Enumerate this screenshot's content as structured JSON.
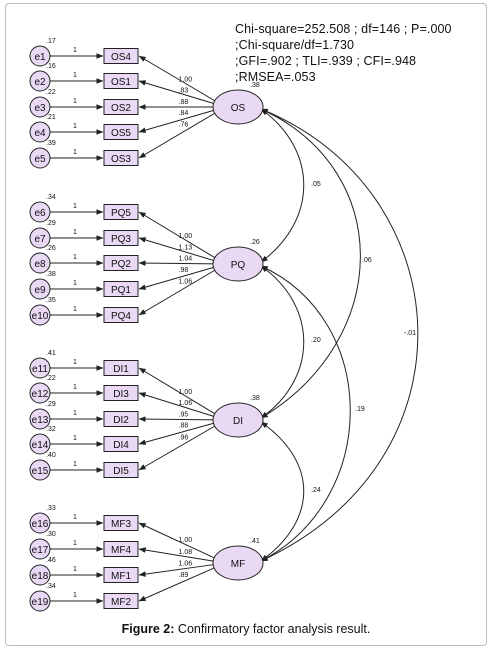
{
  "fit_stats": [
    "Chi-square=252.508 ; df=146 ; P=.000",
    ";Chi-square/df=1.730",
    ";GFI=.902 ; TLI=.939 ; CFI=.948",
    ";RMSEA=.053"
  ],
  "caption": {
    "prefix": "Figure 2:",
    "text": " Confirmatory factor analysis result."
  },
  "colors": {
    "node_fill": "#e9d9f4",
    "box_fill": "#e9d9f4",
    "stroke": "#222222"
  },
  "factors": [
    {
      "name": "OS",
      "variance": ".38",
      "items": [
        {
          "error": "e1",
          "err_var": ".17",
          "indicator": "OS4",
          "err_path": "1",
          "loading": "1.00"
        },
        {
          "error": "e2",
          "err_var": ".16",
          "indicator": "OS1",
          "err_path": "1",
          "loading": ".83"
        },
        {
          "error": "e3",
          "err_var": ".22",
          "indicator": "OS2",
          "err_path": "1",
          "loading": ".88"
        },
        {
          "error": "e4",
          "err_var": ".21",
          "indicator": "OS5",
          "err_path": "1",
          "loading": ".84"
        },
        {
          "error": "e5",
          "err_var": ".39",
          "indicator": "OS3",
          "err_path": "1",
          "loading": ".76"
        }
      ]
    },
    {
      "name": "PQ",
      "variance": ".26",
      "items": [
        {
          "error": "e6",
          "err_var": ".34",
          "indicator": "PQ5",
          "err_path": "1",
          "loading": "1.00"
        },
        {
          "error": "e7",
          "err_var": ".29",
          "indicator": "PQ3",
          "err_path": "1",
          "loading": "1.13"
        },
        {
          "error": "e8",
          "err_var": ".26",
          "indicator": "PQ2",
          "err_path": "1",
          "loading": "1.04"
        },
        {
          "error": "e9",
          "err_var": ".38",
          "indicator": "PQ1",
          "err_path": "1",
          "loading": ".98"
        },
        {
          "error": "e10",
          "err_var": ".35",
          "indicator": "PQ4",
          "err_path": "1",
          "loading": "1.06"
        }
      ]
    },
    {
      "name": "DI",
      "variance": ".38",
      "items": [
        {
          "error": "e11",
          "err_var": ".41",
          "indicator": "DI1",
          "err_path": "1",
          "loading": "1.00"
        },
        {
          "error": "e12",
          "err_var": ".22",
          "indicator": "DI3",
          "err_path": "1",
          "loading": "1.06"
        },
        {
          "error": "e13",
          "err_var": ".29",
          "indicator": "DI2",
          "err_path": "1",
          "loading": ".95"
        },
        {
          "error": "e14",
          "err_var": ".32",
          "indicator": "DI4",
          "err_path": "1",
          "loading": ".88"
        },
        {
          "error": "e15",
          "err_var": ".40",
          "indicator": "DI5",
          "err_path": "1",
          "loading": ".96"
        }
      ]
    },
    {
      "name": "MF",
      "variance": ".41",
      "items": [
        {
          "error": "e16",
          "err_var": ".33",
          "indicator": "MF3",
          "err_path": "1",
          "loading": "1.00"
        },
        {
          "error": "e17",
          "err_var": ".30",
          "indicator": "MF4",
          "err_path": "1",
          "loading": "1.08"
        },
        {
          "error": "e18",
          "err_var": ".46",
          "indicator": "MF1",
          "err_path": "1",
          "loading": "1.06"
        },
        {
          "error": "e19",
          "err_var": ".34",
          "indicator": "MF2",
          "err_path": "1",
          "loading": ".89"
        }
      ]
    }
  ],
  "covariances": [
    {
      "from": "OS",
      "to": "PQ",
      "value": ".05"
    },
    {
      "from": "OS",
      "to": "DI",
      "value": ".06"
    },
    {
      "from": "OS",
      "to": "MF",
      "value": "-.01"
    },
    {
      "from": "PQ",
      "to": "DI",
      "value": ".20"
    },
    {
      "from": "PQ",
      "to": "MF",
      "value": ".19"
    },
    {
      "from": "DI",
      "to": "MF",
      "value": ".24"
    }
  ]
}
